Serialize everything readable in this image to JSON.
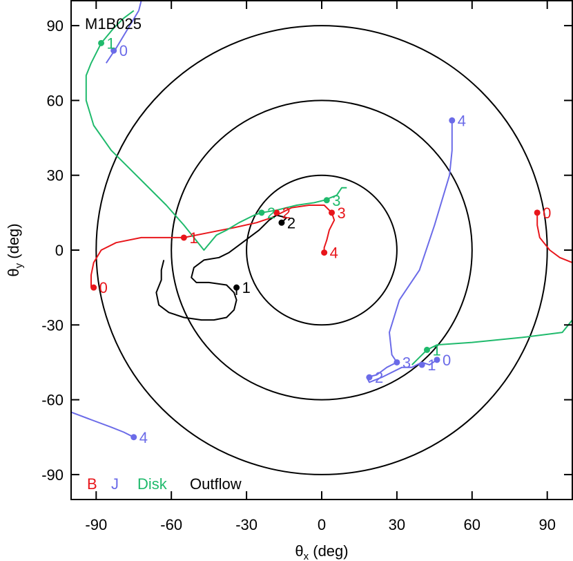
{
  "chart_data": {
    "type": "line",
    "title": "M1B025",
    "xlabel": {
      "base": "θ",
      "sub": "x",
      "rest": " (deg)"
    },
    "ylabel": {
      "base": "θ",
      "sub": "y",
      "rest": " (deg)"
    },
    "xlim": [
      -100,
      100
    ],
    "ylim": [
      -100,
      100
    ],
    "xticks": [
      -90,
      -60,
      -30,
      0,
      30,
      60,
      90
    ],
    "yticks": [
      -90,
      -60,
      -30,
      0,
      30,
      60,
      90
    ],
    "xtick_labels": [
      "-90",
      "-60",
      "-30",
      "0",
      "30",
      "60",
      "90"
    ],
    "ytick_labels": [
      "-90",
      "-60",
      "-30",
      "0",
      "30",
      "60",
      "90"
    ],
    "grid": false,
    "circles_radius": [
      30,
      60,
      90
    ],
    "legend": {
      "placement": "bottom-left",
      "entries": [
        {
          "label": "B",
          "color": "#e8161b"
        },
        {
          "label": "J",
          "color": "#6b6be8"
        },
        {
          "label": "Disk",
          "color": "#1fba6c"
        },
        {
          "label": "Outflow",
          "color": "#000000"
        }
      ]
    },
    "series": [
      {
        "name": "B",
        "color": "#e8161b",
        "tracks": [
          [
            [
              -92,
              -15
            ],
            [
              -92,
              -10
            ],
            [
              -91,
              -5
            ],
            [
              -88,
              0
            ],
            [
              -82,
              3
            ],
            [
              -72,
              5
            ],
            [
              -62,
              5
            ],
            [
              -55,
              5
            ],
            [
              -45,
              7
            ],
            [
              -35,
              9
            ],
            [
              -26,
              11
            ],
            [
              -20,
              13
            ],
            [
              -12,
              17
            ],
            [
              -5,
              18
            ],
            [
              1,
              18
            ],
            [
              4,
              15
            ]
          ],
          [
            [
              4,
              15
            ],
            [
              5,
              12
            ],
            [
              3,
              8
            ],
            [
              2,
              4
            ],
            [
              1,
              1
            ],
            [
              1,
              -1
            ]
          ],
          [
            [
              86,
              15
            ],
            [
              86,
              10
            ],
            [
              87,
              5
            ],
            [
              91,
              0
            ],
            [
              95,
              -3
            ],
            [
              100,
              -5
            ]
          ]
        ],
        "markers": [
          {
            "x": -91,
            "y": -15,
            "label": "0"
          },
          {
            "x": -55,
            "y": 5,
            "label": "1"
          },
          {
            "x": -18,
            "y": 15,
            "label": "2"
          },
          {
            "x": 4,
            "y": 15,
            "label": "3"
          },
          {
            "x": 1,
            "y": -1,
            "label": "4"
          },
          {
            "x": 86,
            "y": 15,
            "label": "0"
          }
        ]
      },
      {
        "name": "J",
        "color": "#6b6be8",
        "tracks": [
          [
            [
              -86,
              75
            ],
            [
              -82,
              81
            ],
            [
              -79,
              86
            ],
            [
              -76,
              91
            ],
            [
              -73,
              96
            ]
          ],
          [
            [
              -73,
              96
            ],
            [
              -72,
              100
            ]
          ],
          [
            [
              -100,
              -65
            ],
            [
              -92,
              -68
            ],
            [
              -84,
              -71
            ],
            [
              -79,
              -73
            ],
            [
              -75,
              -75
            ]
          ],
          [
            [
              52,
              52
            ],
            [
              52,
              40
            ],
            [
              51,
              30
            ],
            [
              45,
              10
            ],
            [
              39,
              -8
            ],
            [
              31,
              -20
            ],
            [
              27,
              -33
            ],
            [
              28,
              -42
            ],
            [
              30,
              -45
            ]
          ],
          [
            [
              30,
              -45
            ],
            [
              26,
              -47
            ],
            [
              22,
              -50
            ],
            [
              18,
              -51
            ],
            [
              19,
              -53
            ],
            [
              24,
              -51
            ],
            [
              32,
              -47
            ],
            [
              36,
              -47
            ],
            [
              40,
              -45
            ],
            [
              43,
              -46
            ],
            [
              46,
              -44
            ]
          ]
        ],
        "markers": [
          {
            "x": -83,
            "y": 80,
            "label": "0"
          },
          {
            "x": -75,
            "y": -75,
            "label": "4"
          },
          {
            "x": 52,
            "y": 52,
            "label": "4"
          },
          {
            "x": 30,
            "y": -45,
            "label": "3"
          },
          {
            "x": 19,
            "y": -51,
            "label": "2"
          },
          {
            "x": 40,
            "y": -46,
            "label": "1"
          },
          {
            "x": 46,
            "y": -44,
            "label": "0"
          }
        ]
      },
      {
        "name": "Disk",
        "color": "#1fba6c",
        "tracks": [
          [
            [
              -75,
              96
            ],
            [
              -79,
              93
            ],
            [
              -83,
              89
            ],
            [
              -88,
              83
            ],
            [
              -92,
              75
            ],
            [
              -94,
              70
            ],
            [
              -94,
              60
            ],
            [
              -91,
              50
            ],
            [
              -84,
              40
            ],
            [
              -71,
              27
            ],
            [
              -62,
              18
            ],
            [
              -55,
              10
            ],
            [
              -47,
              0
            ],
            [
              -42,
              6
            ],
            [
              -38,
              8
            ],
            [
              -33,
              11
            ],
            [
              -27,
              14
            ],
            [
              -24,
              15
            ],
            [
              -18,
              16
            ],
            [
              -10,
              18
            ],
            [
              -3,
              19
            ],
            [
              1,
              20
            ],
            [
              6,
              22
            ],
            [
              8,
              25
            ],
            [
              10,
              25
            ]
          ],
          [
            [
              100,
              -28
            ],
            [
              96,
              -33
            ],
            [
              80,
              -35
            ],
            [
              60,
              -37
            ],
            [
              46,
              -38
            ],
            [
              42,
              -40
            ],
            [
              39,
              -43
            ],
            [
              36,
              -46
            ]
          ]
        ],
        "markers": [
          {
            "x": -88,
            "y": 83,
            "label": "1"
          },
          {
            "x": -24,
            "y": 15,
            "label": "2"
          },
          {
            "x": 2,
            "y": 20,
            "label": "3"
          },
          {
            "x": 42,
            "y": -40,
            "label": "1"
          }
        ]
      },
      {
        "name": "Outflow",
        "color": "#000000",
        "tracks": [
          [
            [
              -63,
              -4
            ],
            [
              -64,
              -8
            ],
            [
              -64,
              -12
            ],
            [
              -66,
              -17
            ],
            [
              -65,
              -22
            ],
            [
              -61,
              -25
            ],
            [
              -55,
              -27
            ],
            [
              -48,
              -28
            ],
            [
              -43,
              -28
            ],
            [
              -38,
              -27
            ],
            [
              -35,
              -24
            ],
            [
              -34,
              -20
            ],
            [
              -35,
              -17
            ],
            [
              -38,
              -14
            ],
            [
              -45,
              -13
            ],
            [
              -50,
              -13
            ],
            [
              -52,
              -11
            ],
            [
              -51,
              -7
            ],
            [
              -47,
              -4
            ],
            [
              -41,
              -3
            ],
            [
              -37,
              -1
            ],
            [
              -33,
              2
            ],
            [
              -29,
              5
            ],
            [
              -25,
              8
            ],
            [
              -21,
              12
            ],
            [
              -18,
              14
            ],
            [
              -14,
              13
            ],
            [
              -16,
              11
            ]
          ],
          [
            [
              -34,
              -15
            ],
            [
              -34,
              -18
            ]
          ]
        ],
        "markers": [
          {
            "x": -16,
            "y": 11,
            "label": "2"
          },
          {
            "x": -34,
            "y": -15,
            "label": "1"
          }
        ]
      }
    ]
  }
}
